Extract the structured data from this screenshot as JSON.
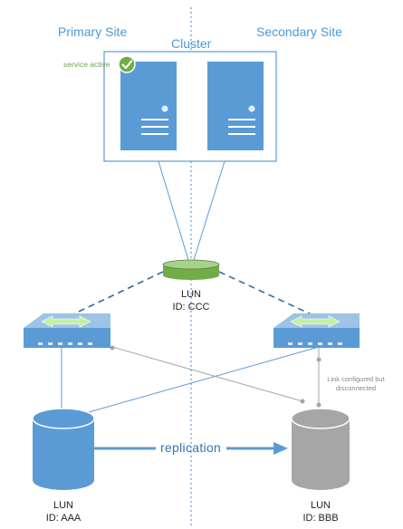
{
  "sites": {
    "primary": "Primary Site",
    "secondary": "Secondary Site"
  },
  "cluster": {
    "label": "Cluster",
    "service_status": "service active"
  },
  "center_lun": {
    "line1": "LUN",
    "line2": "ID: CCC"
  },
  "link_note": {
    "line1": "Link configured but",
    "line2": "disconnected"
  },
  "replication_label": "replication",
  "left_lun": {
    "line1": "LUN",
    "line2": "ID: AAA"
  },
  "right_lun": {
    "line1": "LUN",
    "line2": "ID: BBB"
  },
  "colors": {
    "accent_blue": "#5b9bd5",
    "active_green": "#70ad47",
    "inactive_gray": "#a6a6a6"
  }
}
